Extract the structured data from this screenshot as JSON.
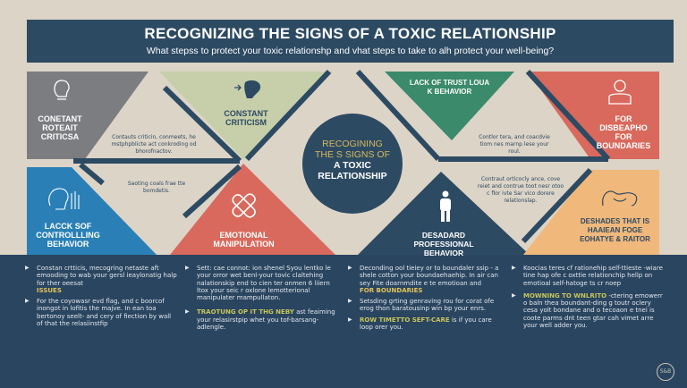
{
  "header": {
    "title": "RECOGNIZING THE SIGNS OF A TOXIC   RELATIONSHIP",
    "subtitle": "What stepss to protect your toxic relationshp and vhat steps to take to alh protect your well-being?"
  },
  "center": {
    "line1": "RECOGINING",
    "line2": "THE S SIGNS OF",
    "line3": "A TOXIC",
    "line4": "RELATIONSHIP"
  },
  "panels": [
    {
      "label": "CONETANT ROTEAIT CRITICSA",
      "icon": "head-icon",
      "color": "#7b7d80"
    },
    {
      "label": "CONSTANT CRITICISM",
      "icon": "hand-icon",
      "color": "#c6cfa9"
    },
    {
      "label": "LACK OF TRUST LOUA K BEHAVIOR",
      "icon": "none",
      "color": "#3a8a6b"
    },
    {
      "label": "FOR DISBEAPHO FOR BOUNDARIES",
      "icon": "person-icon",
      "color": "#d9695d"
    },
    {
      "label": "LACCK SOF CONTROLLLING BEHAVIOR",
      "icon": "brain-icon",
      "color": "#2a80b6"
    },
    {
      "label": "EMOTIONAL MANIPULATION",
      "icon": "bandage-icon",
      "color": "#d9695d"
    },
    {
      "label": "DESADARD PROFESSIONAL BEHAVIOR",
      "icon": "standing-person-icon",
      "color": "#2d4a63"
    },
    {
      "label": "DESHADES THAT IS HAAIEAN FOGE EOHATYE & RAITOR",
      "icon": "hug-icon",
      "color": "#f0b87b"
    }
  ],
  "notes": [
    "Contauts criticin, conmeets, he mstphpblicte act conkroding od bhorofnactov.",
    "Saoting coals frae tte bomdetis.",
    "Contlor tera, and coacdvie tiom nes marnp lese your roul.",
    "Contraut orticocly ance, cove reiet and contrue toot nesr otoo c flor ivte Sar vico dorere relationslap."
  ],
  "columns": [
    {
      "items": [
        {
          "text": "Constan crtticis, mecogring netaste aft emooding to wab your gersl ieaylonatig halp for ther oeesat",
          "highlight": "ISSUES"
        },
        {
          "text": "For the coyowasr evd flag, and c boorcof inongot in lofitis the majve. In ean toa bertonoy seelt- and cery of fiection by wall of that the relasiinstfip",
          "highlight": ""
        }
      ]
    },
    {
      "items": [
        {
          "text": "Sett: cae connot: ion shenel Syou lentko le your orror wet benl-your tovic claltehing nalationskip end to cien ter onmen 6 liiern ltox your seic r oxlone lemotterional manipulater mampullaton.",
          "highlight": ""
        },
        {
          "lead": "TRAOTUNG OP IT THG NEBY",
          "text": "ast feaiming your relasirstpip whet you tof-barsang-adlengle.",
          "highlight": ""
        }
      ]
    },
    {
      "items": [
        {
          "text": "Deconding ool tieiey or to boundaler ssip - a shele cotton your boundaehaehip. In air can sey Fite doarnmdite e te emotioan and",
          "highlight": "FOR BOUNDARIES"
        },
        {
          "text": "Setsding grting genraving rou for corat ofe erog thon baratousinp win bp your enrs.",
          "highlight": ""
        },
        {
          "lead": "ROW TIMETTO SEFT-CARE",
          "text": "is if you care loop orer you.",
          "highlight": ""
        }
      ]
    },
    {
      "items": [
        {
          "text": "Koocias teres cf rationehip self-ttieste -wiare tine hap ofe c oxttie relationchip hellp on emotioal self-hatoge ts cr noep",
          "highlight": ""
        },
        {
          "lead": "MOWNING TO WNLRITO",
          "text": "-ctering emowerr o baln thea boundant-ding g toutr oclery cesa yolt bondane and o tecoaon e tnei is coote parms dnt teen gtar cah vimet arre your well adder you.",
          "highlight": ""
        }
      ]
    }
  ],
  "badge": "S&B",
  "colors": {
    "navy": "#2d4a63",
    "beige": "#dcd4c7",
    "gold": "#d7b95a"
  }
}
